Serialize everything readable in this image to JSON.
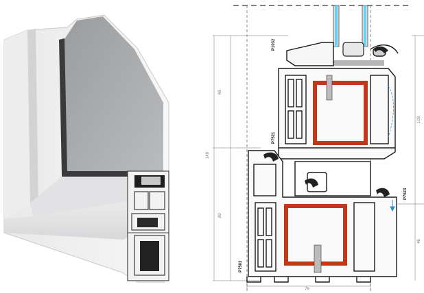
{
  "image": {
    "left_panel": "window-corner-photo",
    "right_panel": "profile-cross-section"
  },
  "profile_codes": [
    "P1032",
    "P7521",
    "P7623",
    "P7503"
  ],
  "dimensions": {
    "upper": "69",
    "total": "149",
    "lower": "80",
    "right_upper": "103",
    "right_lower": "46",
    "width": "75"
  },
  "colors": {
    "frame_white": "#f4f4f4",
    "glass": "#b9bcbe",
    "glass_edge": "#6ad0f0",
    "steel_reinforcement": "#c0391b",
    "gasket": "#222222",
    "outline": "#1a1a1a"
  }
}
